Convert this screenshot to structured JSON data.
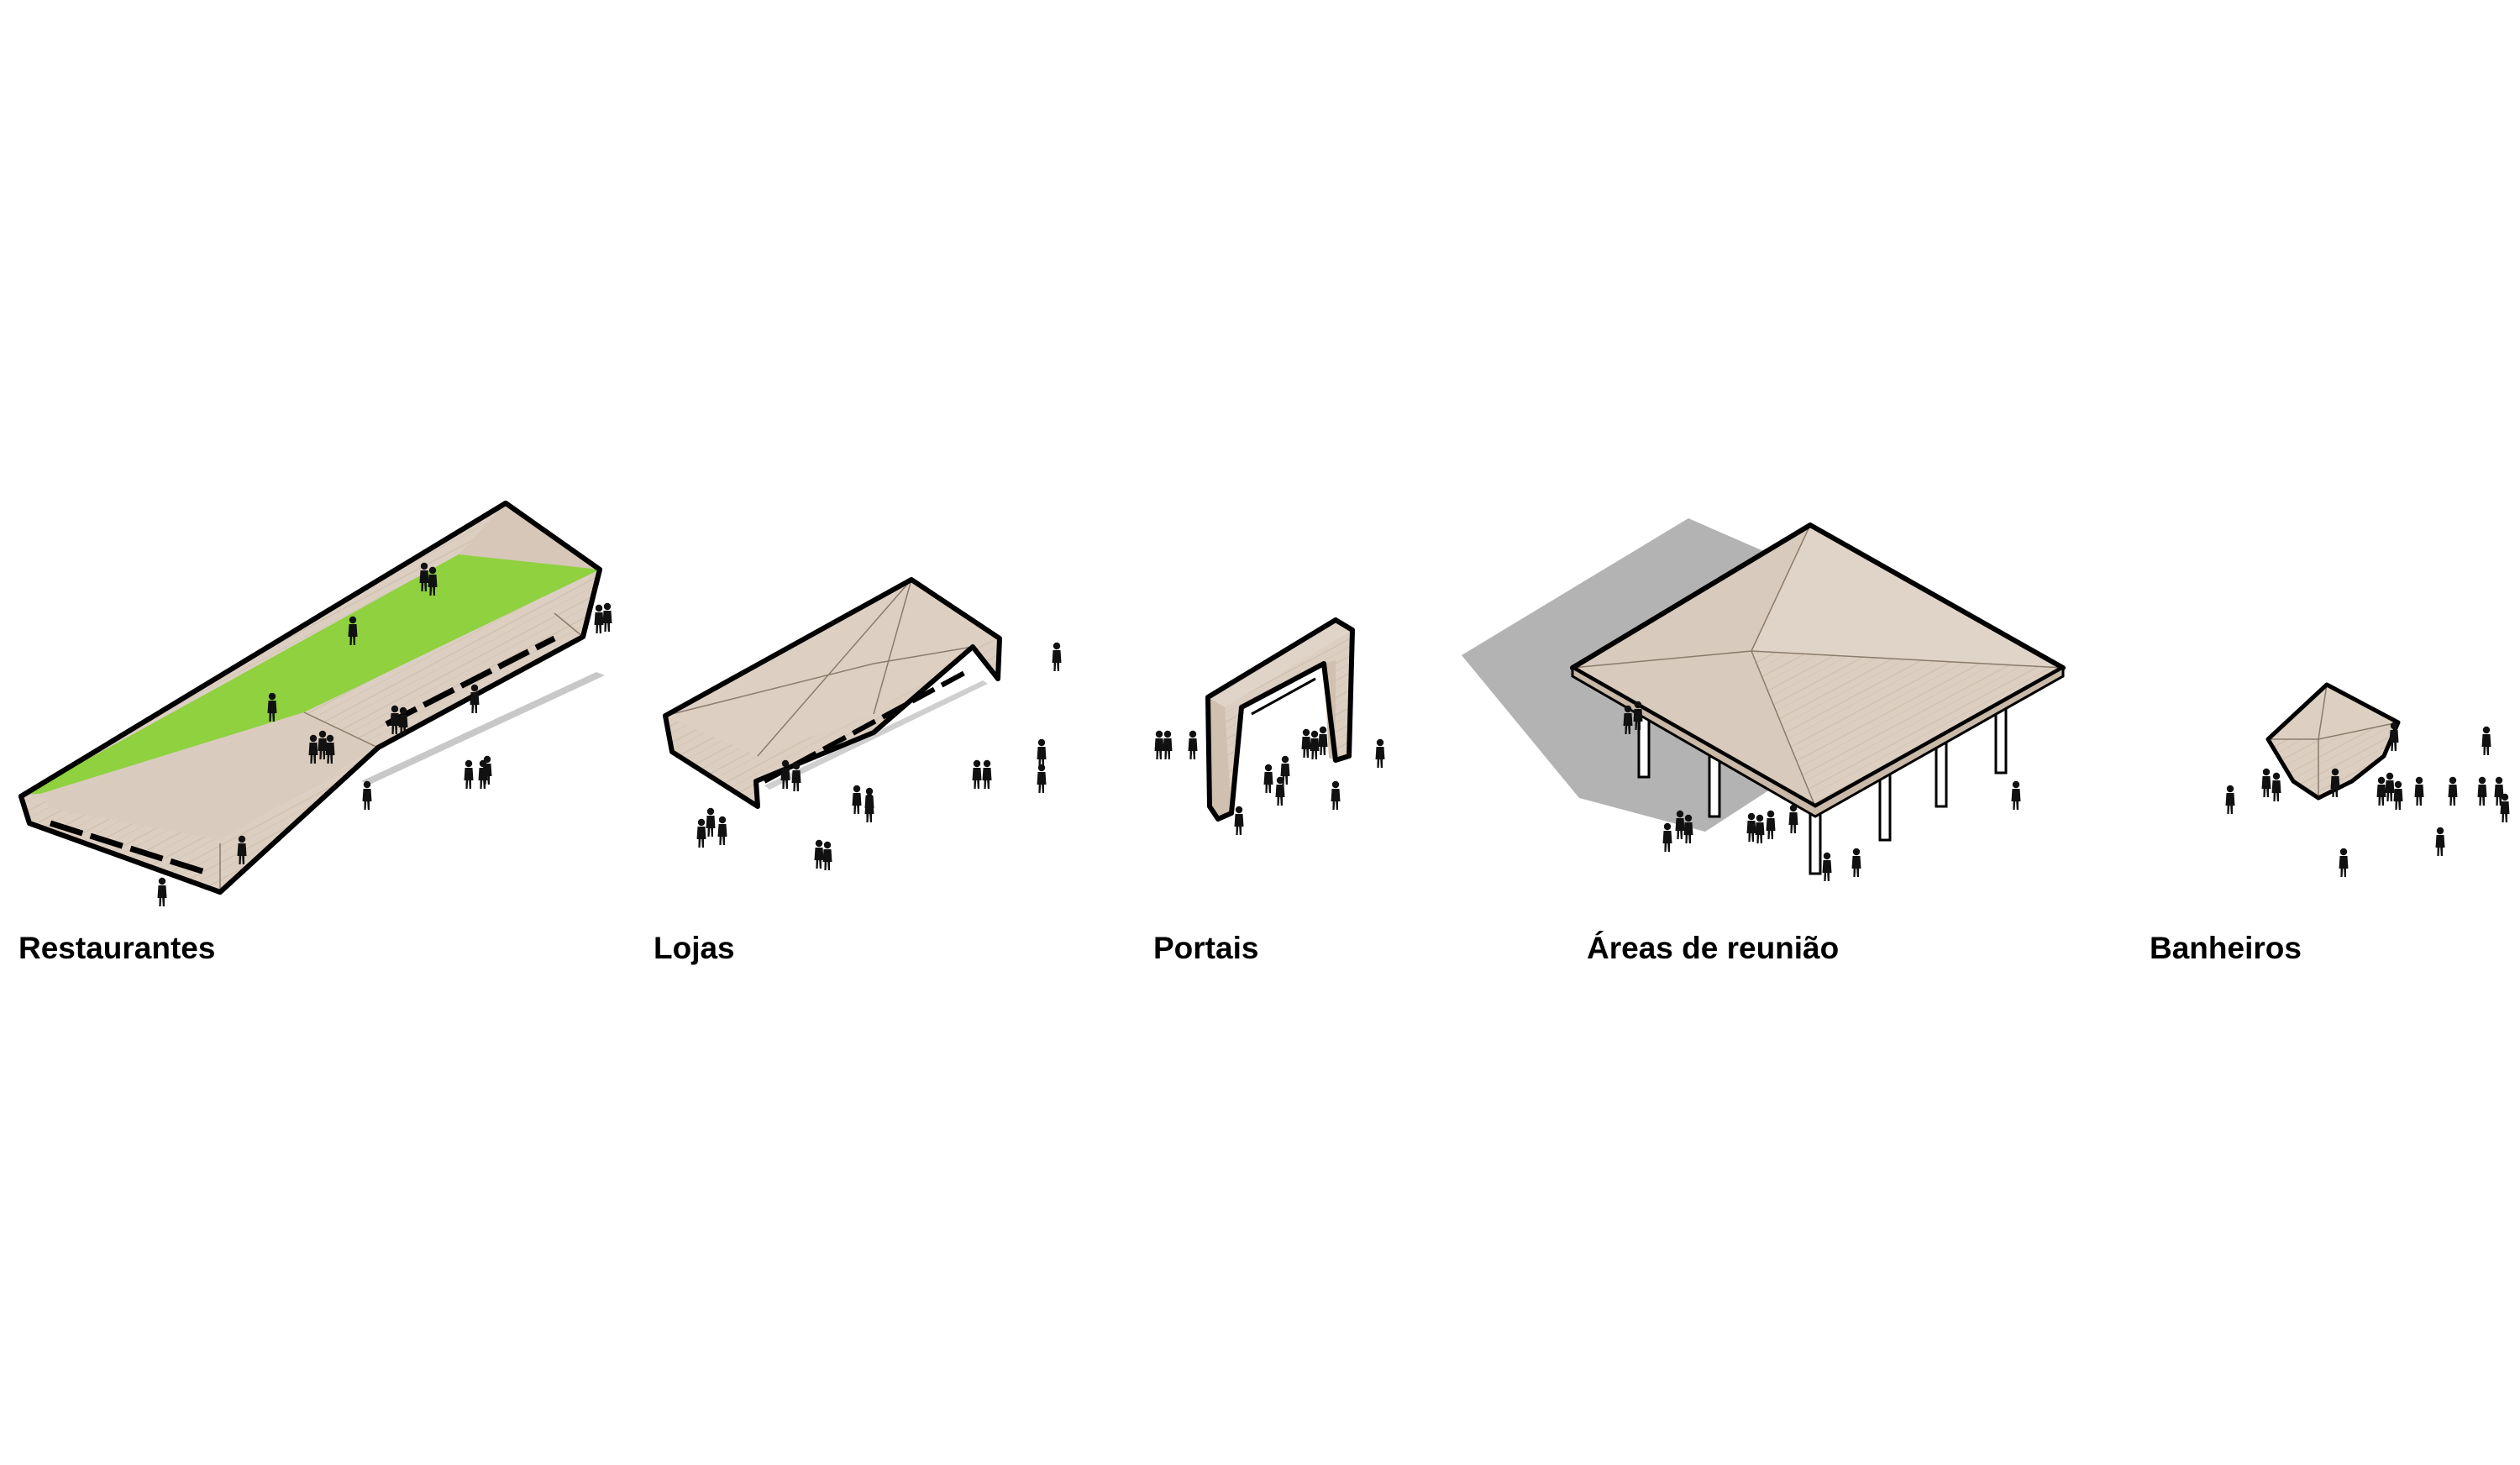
{
  "colors": {
    "wood": "#dccfc2",
    "wood_dark": "#c9b9a8",
    "wood_shade": "#bfae9c",
    "green_roof": "#8fd13f",
    "outline": "#000000",
    "shadow": "#b3b3b3",
    "people": "#111111"
  },
  "pavilions": [
    {
      "id": "restaurantes",
      "label": "Restaurantes",
      "icon": "restaurant-pavilion-icon"
    },
    {
      "id": "lojas",
      "label": "Lojas",
      "icon": "shop-pavilion-icon"
    },
    {
      "id": "portais",
      "label": "Portais",
      "icon": "portal-gate-icon"
    },
    {
      "id": "areas",
      "label": "Áreas de reunião",
      "icon": "meeting-pavilion-icon"
    },
    {
      "id": "banheiros",
      "label": "Banheiros",
      "icon": "restroom-pavilion-icon"
    }
  ]
}
